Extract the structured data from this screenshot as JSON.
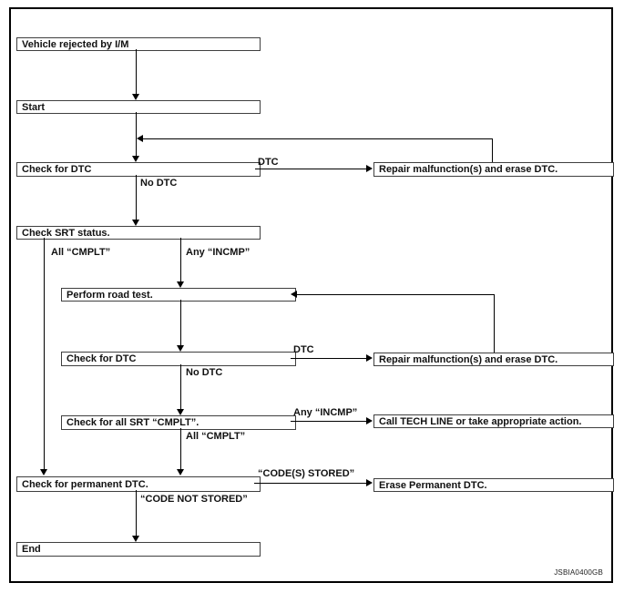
{
  "diagram": {
    "title_hint": "I/M rejection diagnostic flowchart",
    "code": "JSBIA0400GB",
    "colors": {
      "background": "#ffffff",
      "frame_border": "#000000",
      "box_border": "#3f3f3f",
      "line": "#000000",
      "text": "#111111"
    },
    "nodes": {
      "vehicle_rejected": "Vehicle rejected by I/M",
      "start": "Start",
      "check_dtc_1": "Check for DTC",
      "repair_1": "Repair malfunction(s) and erase DTC.",
      "check_srt": "Check SRT status.",
      "road_test": "Perform road test.",
      "check_dtc_2": "Check for DTC",
      "repair_2": "Repair malfunction(s) and erase DTC.",
      "check_all_srt": "Check for all SRT “CMPLT”.",
      "call_tech": "Call TECH LINE or take appropriate action.",
      "check_permanent": "Check for permanent DTC.",
      "erase_permanent": "Erase Permanent DTC.",
      "end": "End"
    },
    "edge_labels": {
      "dtc_1": "DTC",
      "no_dtc_1": "No DTC",
      "all_cmplt_left": "All “CMPLT”",
      "any_incmp_mid": "Any “INCMP”",
      "dtc_2": "DTC",
      "no_dtc_2": "No DTC",
      "any_incmp_2": "Any “INCMP”",
      "all_cmplt_2": "All “CMPLT”",
      "codes_stored": "“CODE(S) STORED”",
      "code_not_stored": "“CODE NOT STORED”"
    }
  }
}
